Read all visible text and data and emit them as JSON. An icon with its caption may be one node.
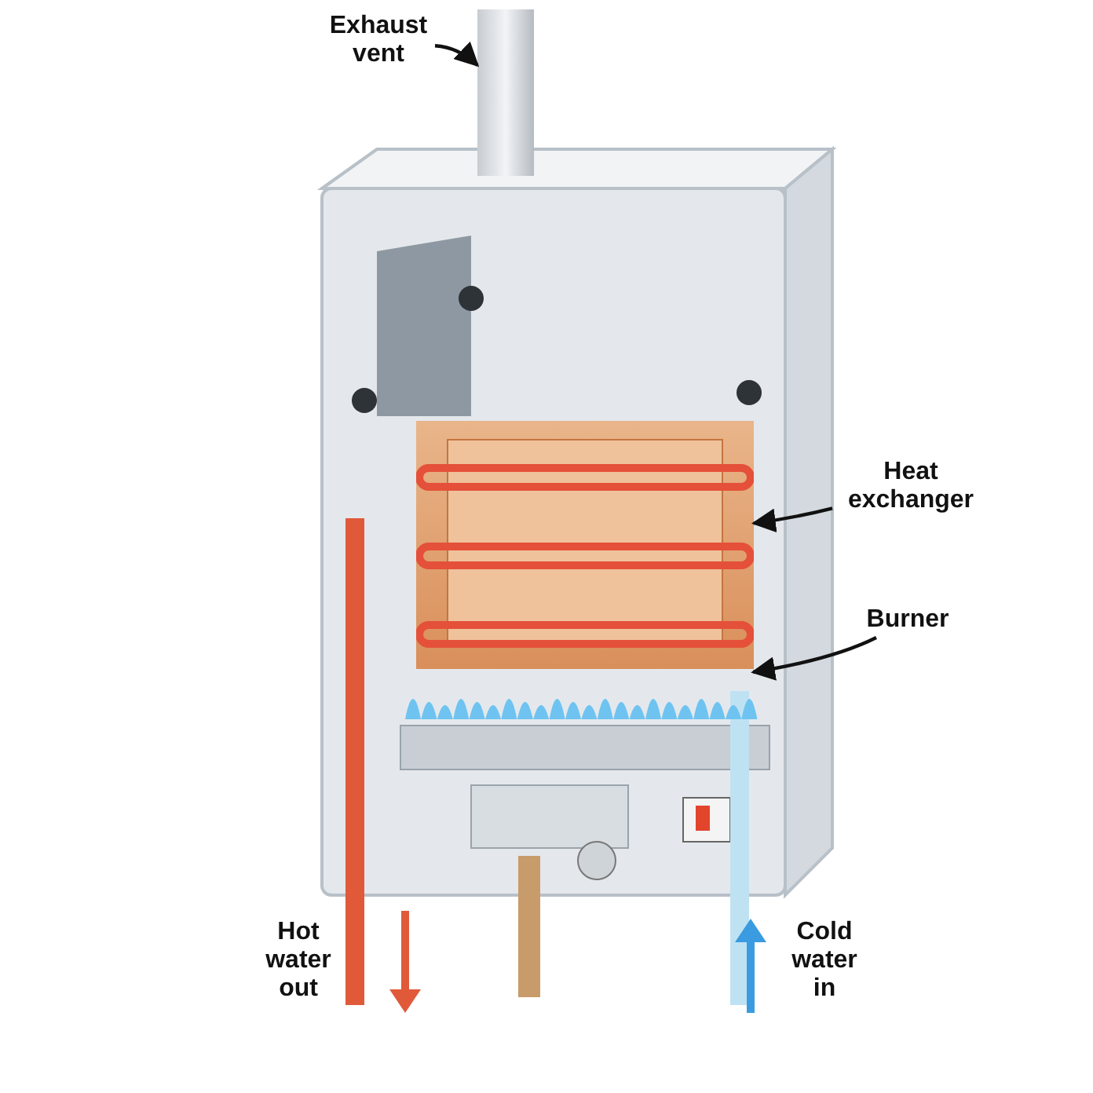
{
  "diagram": {
    "nodes": [
      {
        "text": [
          "Exhaust vent"
        ]
      },
      {
        "text": [],
        "shape": "picture"
      },
      {
        "text": [
          "Heat exchanger"
        ]
      },
      {
        "text": [],
        "shape": "picture"
      },
      {
        "text": [
          "Burner"
        ]
      },
      {
        "text": [],
        "shape": "picture"
      }
    ],
    "edges": [
      {
        "from": 0,
        "to": 1,
        "arrow": "to"
      },
      {
        "from": 2,
        "to": 3,
        "arrow": "to"
      },
      {
        "from": 4,
        "to": 5,
        "arrow": "to"
      }
    ],
    "labels": [
      "Hot water out",
      "Cold water in"
    ]
  }
}
